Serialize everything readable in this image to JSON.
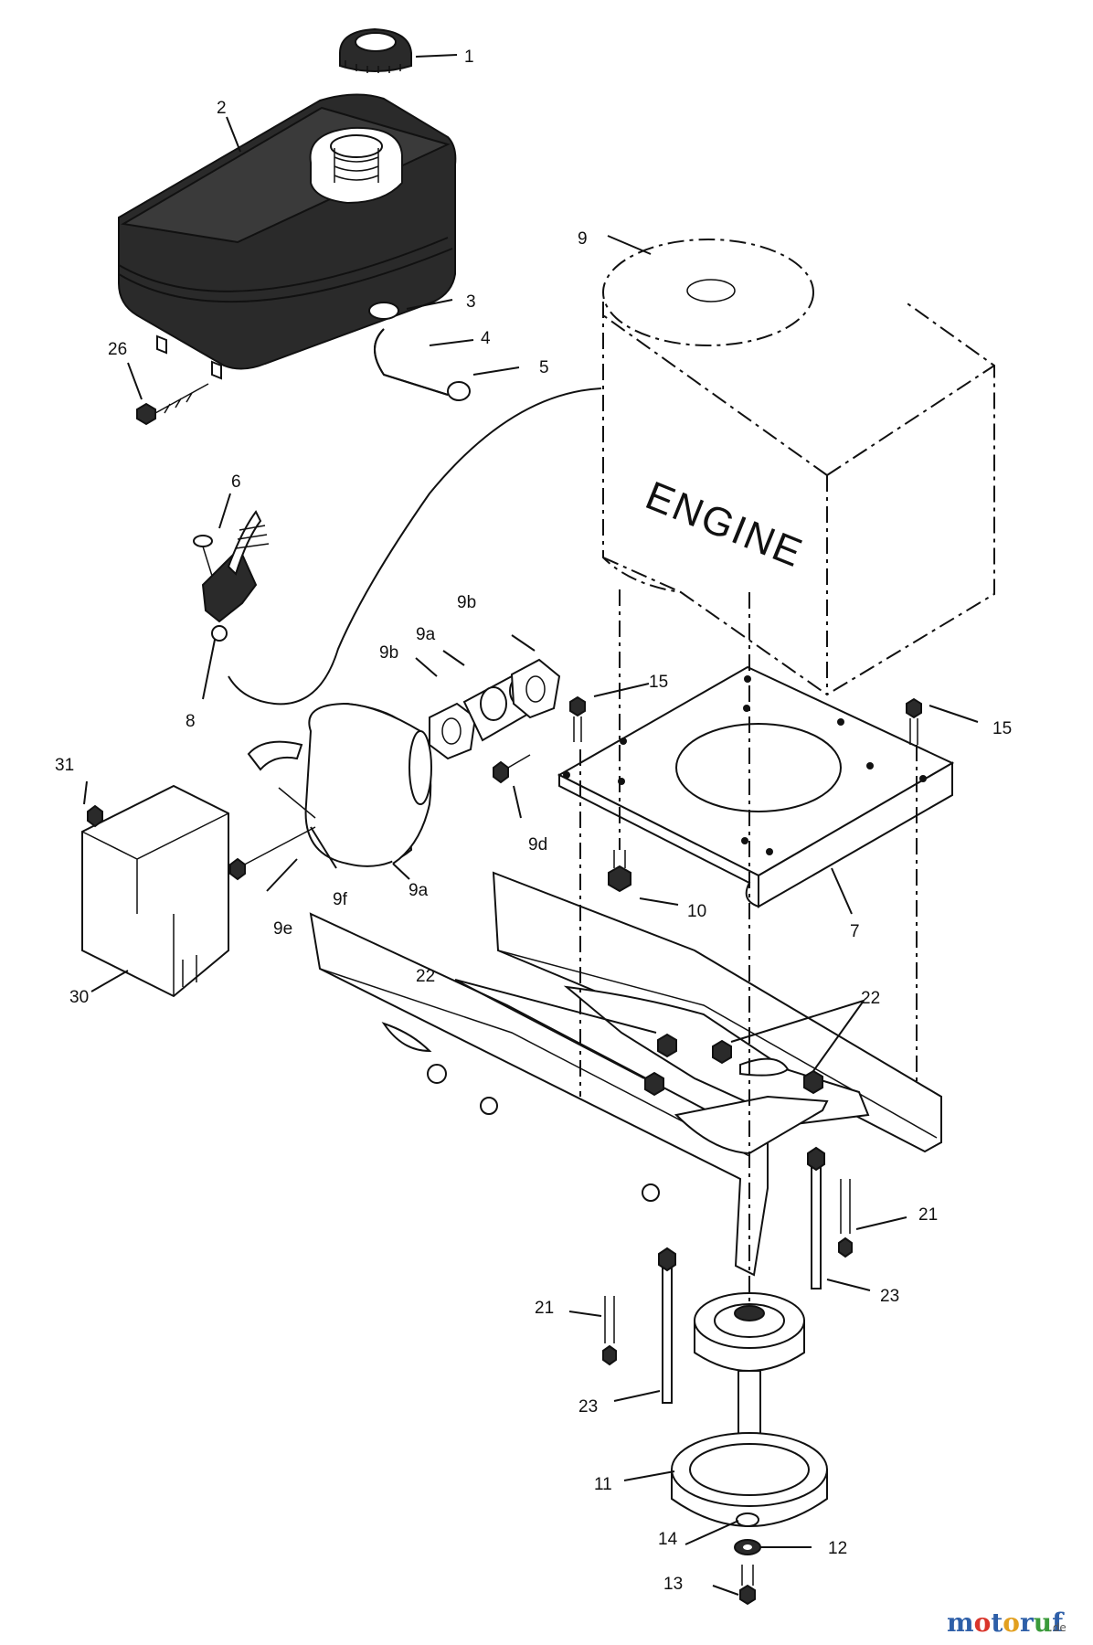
{
  "diagram": {
    "engine_label": "ENGINE",
    "watermark": {
      "text": "motoruf",
      "suffix": ".de"
    },
    "callouts": {
      "c1": "1",
      "c2": "2",
      "c3": "3",
      "c4": "4",
      "c5": "5",
      "c6": "6",
      "c7": "7",
      "c8": "8",
      "c9": "9",
      "c9a_top": "9a",
      "c9a_bottom": "9a",
      "c9b_left": "9b",
      "c9b_right": "9b",
      "c9d": "9d",
      "c9e": "9e",
      "c9f": "9f",
      "c10": "10",
      "c11": "11",
      "c12": "12",
      "c13": "13",
      "c14": "14",
      "c15_left": "15",
      "c15_right": "15",
      "c21_right": "21",
      "c21_left": "21",
      "c22_left": "22",
      "c22_right": "22",
      "c23_right": "23",
      "c23_left": "23",
      "c26": "26",
      "c30": "30",
      "c31": "31"
    }
  }
}
